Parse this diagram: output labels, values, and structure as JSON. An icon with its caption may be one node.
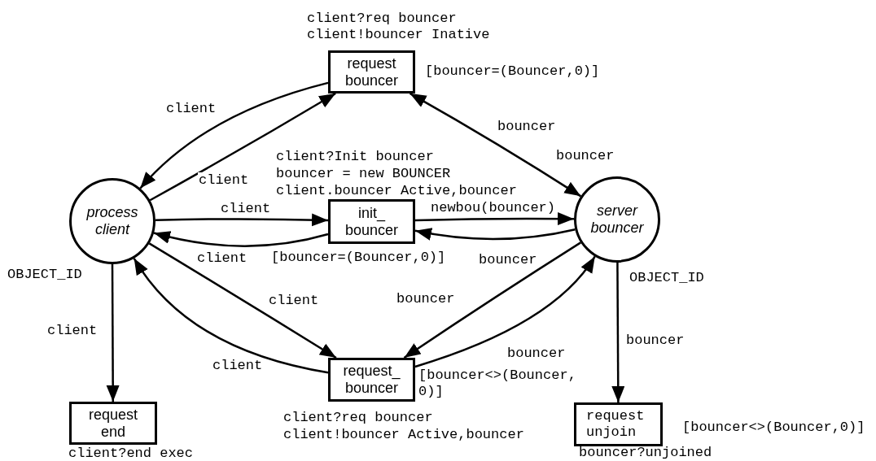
{
  "diagram": {
    "nodes": [
      {
        "text": [
          "process client"
        ],
        "beside": [
          "OBJECT_ID"
        ]
      },
      {
        "text": [
          "request bouncer"
        ],
        "beside": [
          "client?req bouncer",
          "client!bouncer Inative",
          "[bouncer=(Bouncer,0)]"
        ]
      },
      {
        "text": [
          "init_ bouncer"
        ],
        "beside": [
          "client?Init bouncer",
          "bouncer = new BOUNCER",
          "client.bouncer Active,bouncer",
          "[bouncer=(Bouncer,0)]"
        ]
      },
      {
        "text": [
          "server bouncer"
        ],
        "beside": [
          "OBJECT_ID"
        ]
      },
      {
        "text": [
          "request_ bouncer"
        ],
        "beside": [
          "[bouncer<>(Bouncer, 0)]",
          "client?req bouncer",
          "client!bouncer Active,bouncer"
        ]
      },
      {
        "text": [
          "request end"
        ],
        "beside": [
          "client?end exec"
        ]
      },
      {
        "text": [
          "request unjoin"
        ],
        "beside": [
          "[bouncer<>(Bouncer,0)]",
          "bouncer?unjoined"
        ]
      }
    ],
    "edges": [
      {
        "from": 1,
        "to": 0,
        "arrow": "to",
        "label": "client"
      },
      {
        "from": 0,
        "to": 1,
        "arrow": "to",
        "label": "client"
      },
      {
        "from": 1,
        "to": 3,
        "arrow": "both",
        "label": "bouncer"
      },
      {
        "from": 0,
        "to": 2,
        "arrow": "to",
        "label": "client"
      },
      {
        "from": 2,
        "to": 0,
        "arrow": "to",
        "label": "client"
      },
      {
        "from": 2,
        "to": 3,
        "arrow": "to",
        "label": "newbou(bouncer)"
      },
      {
        "from": 3,
        "to": 2,
        "arrow": "to",
        "label": "bouncer"
      },
      {
        "from": 0,
        "to": 4,
        "arrow": "to",
        "label": "client"
      },
      {
        "from": 4,
        "to": 0,
        "arrow": "to",
        "label": "client"
      },
      {
        "from": 3,
        "to": 4,
        "arrow": "to",
        "label": "bouncer"
      },
      {
        "from": 4,
        "to": 3,
        "arrow": "to",
        "label": "bouncer"
      },
      {
        "from": 0,
        "to": 5,
        "arrow": "to",
        "label": "client"
      },
      {
        "from": 3,
        "to": 6,
        "arrow": "to",
        "label": "bouncer"
      }
    ],
    "labels": [
      "bouncer"
    ]
  }
}
